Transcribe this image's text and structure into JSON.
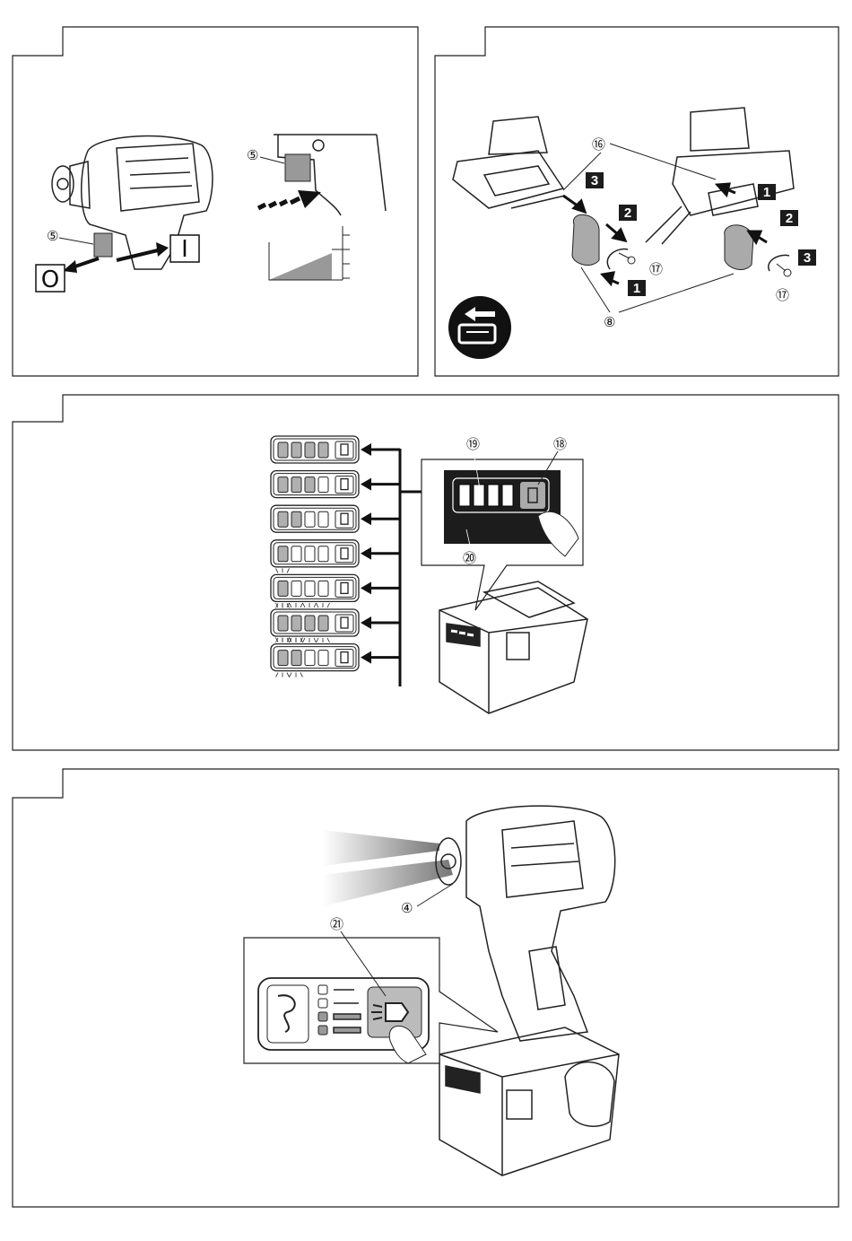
{
  "labels": {
    "n4": "④",
    "n5a": "⑤",
    "n5b": "⑤",
    "n8": "⑧",
    "n16": "⑯",
    "n17a": "⑰",
    "n17b": "⑰",
    "n18": "⑱",
    "n19": "⑲",
    "n20": "⑳",
    "n21": "㉑"
  },
  "steps": {
    "s1a": "1",
    "s1b": "1",
    "s2a": "2",
    "s2b": "2",
    "s3a": "3",
    "s3b": "3"
  },
  "switch": {
    "off": "O",
    "on": "I"
  },
  "colors": {
    "line": "#1a1a1a",
    "gray": "#999999",
    "dark": "#1c1c1c",
    "segment": "#b0b0b0"
  },
  "battery_indicator": {
    "rows": [
      {
        "lit": 4,
        "blink": false
      },
      {
        "lit": 3,
        "blink": false
      },
      {
        "lit": 2,
        "blink": false
      },
      {
        "lit": 1,
        "blink": false
      },
      {
        "lit": 1,
        "blink": true
      },
      {
        "lit": 4,
        "blink": true
      },
      {
        "lit": 2,
        "blink": true
      }
    ]
  },
  "icons": [
    "battery-removal-icon",
    "light-bulb-icon",
    "impact-mode-icon",
    "finger-press-icon",
    "battery-icon"
  ]
}
